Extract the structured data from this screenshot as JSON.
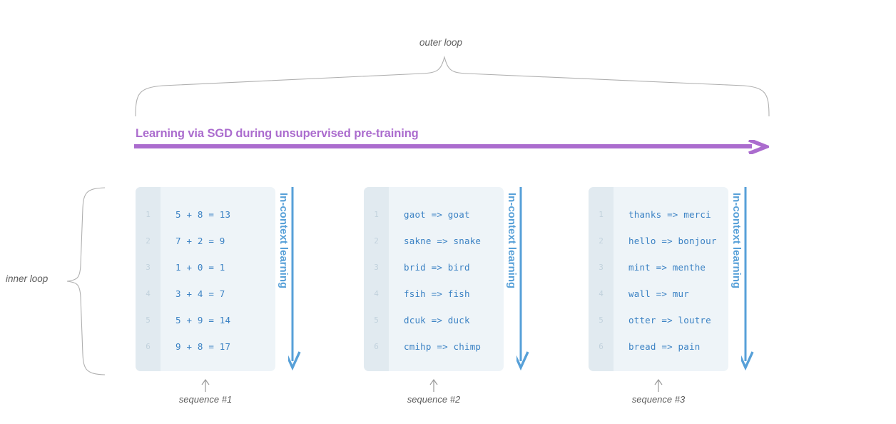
{
  "diagram": {
    "outer_loop_label": "outer loop",
    "inner_loop_label": "inner loop",
    "sgd_title": "Learning via SGD during unsupervised pre-training",
    "icl_label": "In-context learning",
    "colors": {
      "sgd_purple": "#ab6cce",
      "icl_blue": "#57a0d8",
      "code_blue": "#3b82c4",
      "box_bg": "#eef4f8",
      "gutter_bg": "#e1eaf0",
      "line_number": "#c2d2dd",
      "brace_gray": "#b0b0b0",
      "caption_gray": "#5d5d5d"
    }
  },
  "sequences": [
    {
      "caption": "sequence #1",
      "icl_label": "In-context learning",
      "line_numbers": [
        "1",
        "2",
        "3",
        "4",
        "5",
        "6"
      ],
      "lines": [
        "5 + 8 = 13",
        "7 + 2 = 9",
        "1 + 0 = 1",
        "3 + 4 = 7",
        "5 + 9 = 14",
        "9 + 8 = 17"
      ]
    },
    {
      "caption": "sequence #2",
      "icl_label": "In-context learning",
      "line_numbers": [
        "1",
        "2",
        "3",
        "4",
        "5",
        "6"
      ],
      "lines": [
        "gaot => goat",
        "sakne => snake",
        "brid => bird",
        "fsih => fish",
        "dcuk => duck",
        "cmihp => chimp"
      ]
    },
    {
      "caption": "sequence #3",
      "icl_label": "In-context learning",
      "line_numbers": [
        "1",
        "2",
        "3",
        "4",
        "5",
        "6"
      ],
      "lines": [
        "thanks => merci",
        "hello => bonjour",
        "mint => menthe",
        "wall => mur",
        "otter => loutre",
        "bread => pain"
      ]
    }
  ]
}
